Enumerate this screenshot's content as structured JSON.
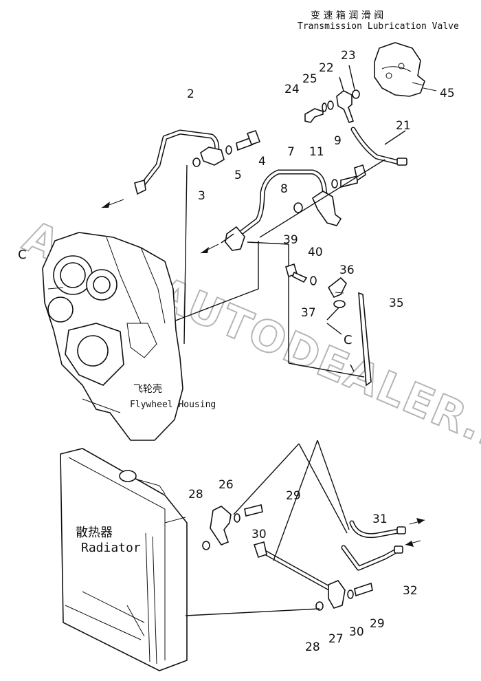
{
  "labels": {
    "valve_cn": "变 速 箱 润 滑 阀",
    "valve_en": "Transmission Lubrication Valve",
    "flywheel_cn": "飞轮壳",
    "flywheel_en": "Flywheel Housing",
    "radiator_cn": "散热器",
    "radiator_en": "Radiator",
    "ref_c": "C"
  },
  "watermark": "ACAT AUTODEALER.RU",
  "callouts": {
    "p2": "2",
    "p3": "3",
    "p4": "4",
    "p5": "5",
    "p7": "7",
    "p8": "8",
    "p9": "9",
    "p11": "11",
    "p21": "21",
    "p22": "22",
    "p23": "23",
    "p24": "24",
    "p25": "25",
    "p45": "45",
    "p39": "39",
    "p40": "40",
    "p36": "36",
    "p37": "37",
    "p35": "35",
    "p26": "26",
    "p28a": "28",
    "p29a": "29",
    "p30a": "30",
    "p31": "31",
    "p32": "32",
    "p27": "27",
    "p28b": "28",
    "p29b": "29",
    "p30b": "30"
  }
}
